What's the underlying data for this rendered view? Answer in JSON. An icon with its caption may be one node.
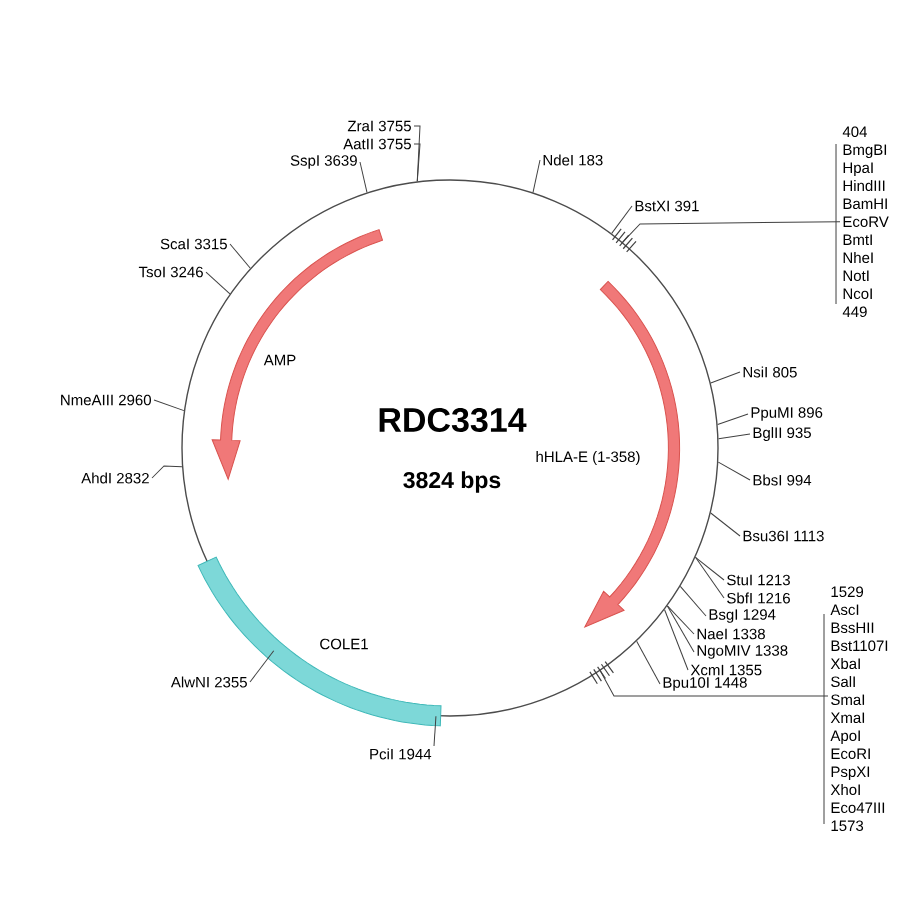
{
  "diagram": {
    "title": "RDC3314",
    "nodes": [
      {
        "text": [
          "ZraI 3755"
        ]
      },
      {
        "text": [
          "AatII 3755"
        ]
      },
      {
        "text": [
          "SspI 3639"
        ]
      },
      {
        "text": [
          "ScaI 3315"
        ]
      },
      {
        "text": [
          "TsoI 3246"
        ]
      },
      {
        "text": [
          "NmeAIII 2960"
        ]
      },
      {
        "text": [
          "AhdI 2832"
        ]
      },
      {
        "text": [
          "AlwNI 2355"
        ]
      },
      {
        "text": [
          "PciI 1944"
        ]
      },
      {
        "text": [
          "NdeI 183"
        ]
      },
      {
        "text": [
          "BstXI 391"
        ]
      },
      {
        "text": [
          "404",
          "BmgBI",
          "HpaI",
          "HindIII",
          "BamHI",
          "EcoRV",
          "BmtI",
          "NheI",
          "NotI",
          "NcoI",
          "449"
        ]
      },
      {
        "text": [
          "NsiI 805"
        ]
      },
      {
        "text": [
          "PpuMI 896"
        ]
      },
      {
        "text": [
          "BglII 935"
        ]
      },
      {
        "text": [
          "BbsI 994"
        ]
      },
      {
        "text": [
          "Bsu36I 1113"
        ]
      },
      {
        "text": [
          "StuI 1213"
        ]
      },
      {
        "text": [
          "SbfI 1216"
        ]
      },
      {
        "text": [
          "BsgI 1294"
        ]
      },
      {
        "text": [
          "NaeI 1338"
        ]
      },
      {
        "text": [
          "NgoMIV 1338"
        ]
      },
      {
        "text": [
          "XcmI 1355"
        ]
      },
      {
        "text": [
          "Bpu10I 1448"
        ]
      },
      {
        "text": [
          "1529",
          "AscI",
          "BssHII",
          "Bst1107I",
          "XbaI",
          "SalI",
          "SmaI",
          "XmaI",
          "ApoI",
          "EcoRI",
          "PspXI",
          "XhoI",
          "Eco47III",
          "1573"
        ]
      },
      {
        "text": [],
        "shape": "circle"
      }
    ],
    "edges": [
      {
        "from": 0,
        "to": 25,
        "arrow": "none"
      },
      {
        "from": 1,
        "to": 25,
        "arrow": "none"
      },
      {
        "from": 2,
        "to": 25,
        "arrow": "none"
      },
      {
        "from": 3,
        "to": 25,
        "arrow": "none"
      },
      {
        "from": 4,
        "to": 25,
        "arrow": "none"
      },
      {
        "from": 5,
        "to": 25,
        "arrow": "none"
      },
      {
        "from": 6,
        "to": 25,
        "arrow": "none"
      },
      {
        "from": 7,
        "to": 25,
        "arrow": "none"
      },
      {
        "from": 8,
        "to": 25,
        "arrow": "none"
      },
      {
        "from": 9,
        "to": 25,
        "arrow": "none"
      },
      {
        "from": 10,
        "to": 25,
        "arrow": "none"
      },
      {
        "from": 11,
        "to": 25,
        "arrow": "none"
      },
      {
        "from": 12,
        "to": 25,
        "arrow": "none"
      },
      {
        "from": 13,
        "to": 25,
        "arrow": "none"
      },
      {
        "from": 14,
        "to": 25,
        "arrow": "none"
      },
      {
        "from": 15,
        "to": 25,
        "arrow": "none"
      },
      {
        "from": 16,
        "to": 25,
        "arrow": "none"
      },
      {
        "from": 17,
        "to": 25,
        "arrow": "none"
      },
      {
        "from": 18,
        "to": 25,
        "arrow": "none"
      },
      {
        "from": 19,
        "to": 25,
        "arrow": "none"
      },
      {
        "from": 20,
        "to": 25,
        "arrow": "none"
      },
      {
        "from": 21,
        "to": 25,
        "arrow": "none"
      },
      {
        "from": 22,
        "to": 25,
        "arrow": "none"
      },
      {
        "from": 23,
        "to": 25,
        "arrow": "none"
      },
      {
        "from": 24,
        "to": 25,
        "arrow": "none"
      }
    ],
    "labels": [
      "3824 bps",
      "AMP",
      "hHLA-E (1-358)",
      "COLE1"
    ]
  }
}
